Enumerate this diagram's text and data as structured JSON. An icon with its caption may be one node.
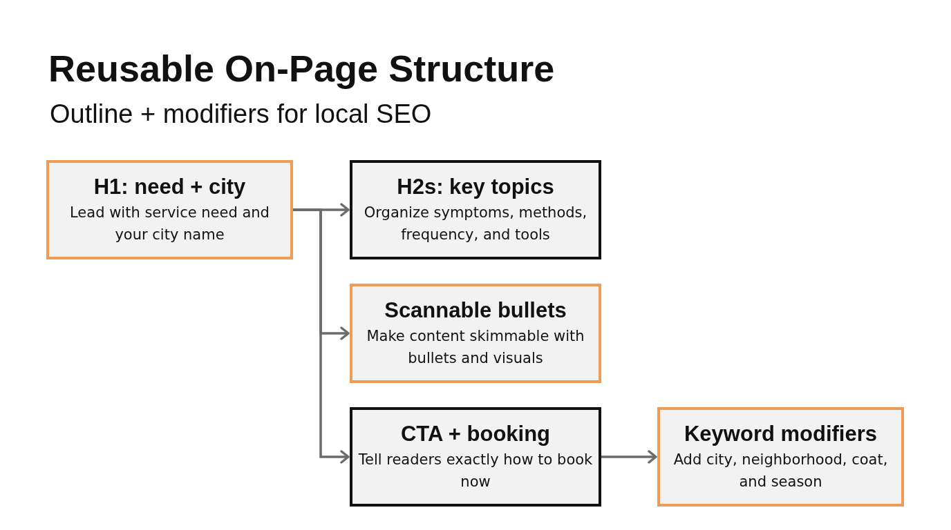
{
  "diagram": {
    "title": "Reusable On-Page Structure",
    "caption": "Outline + modifiers for local SEO",
    "nodes": [
      {
        "text": [
          "H1: need + city",
          "Lead with service need and your city name"
        ]
      },
      {
        "text": [
          "H2s: key topics",
          "Organize symptoms, methods, frequency, and tools"
        ]
      },
      {
        "text": [
          "Scannable bullets",
          "Make content skimmable with bullets and visuals"
        ]
      },
      {
        "text": [
          "CTA + booking",
          "Tell readers exactly how to book now"
        ]
      },
      {
        "text": [
          "Keyword modifiers",
          "Add city, neighborhood, coat, and season"
        ]
      }
    ],
    "edges": [
      {
        "from": 0,
        "to": 1,
        "arrow": "to"
      },
      {
        "from": 0,
        "to": 2,
        "arrow": "to"
      },
      {
        "from": 0,
        "to": 3,
        "arrow": "to"
      },
      {
        "from": 3,
        "to": 4,
        "arrow": "to"
      }
    ]
  }
}
